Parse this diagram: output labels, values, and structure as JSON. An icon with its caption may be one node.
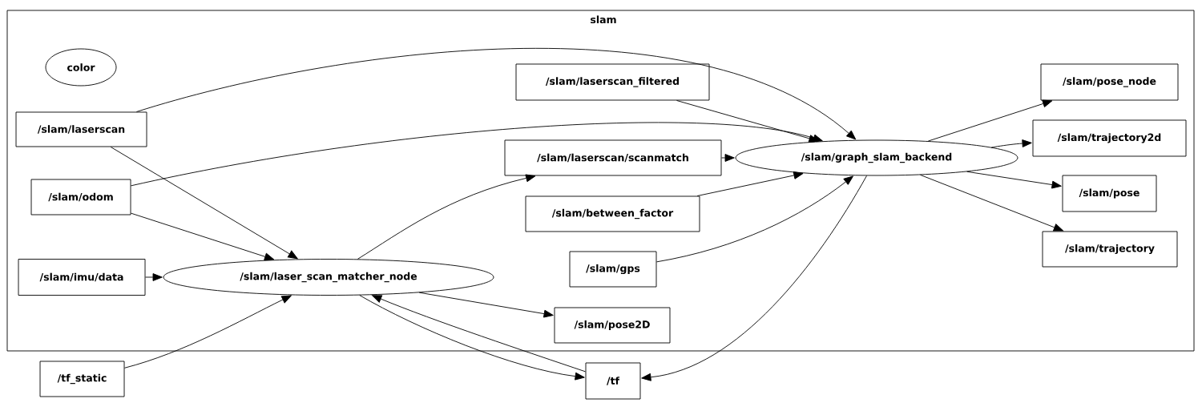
{
  "diagram": {
    "nodes": [
      {
        "text": [
          "slam"
        ]
      },
      {
        "text": [
          "color"
        ],
        "in": 0
      },
      {
        "text": [
          "/slam/laserscan"
        ],
        "in": 0
      },
      {
        "text": [
          "/slam/odom"
        ],
        "in": 0
      },
      {
        "text": [
          "/slam/imu/data"
        ],
        "in": 0
      },
      {
        "text": [
          "/slam/laser_scan_matcher_node"
        ],
        "in": 0
      },
      {
        "text": [
          "/slam/laserscan_filtered"
        ],
        "in": 0
      },
      {
        "text": [
          "/slam/laserscan/scanmatch"
        ],
        "in": 0
      },
      {
        "text": [
          "/slam/between_factor"
        ],
        "in": 0
      },
      {
        "text": [
          "/slam/gps"
        ],
        "in": 0
      },
      {
        "text": [
          "/slam/pose2D"
        ],
        "in": 0
      },
      {
        "text": [
          "/slam/graph_slam_backend"
        ],
        "in": 0
      },
      {
        "text": [
          "/slam/pose_node"
        ],
        "in": 0
      },
      {
        "text": [
          "/slam/trajectory2d"
        ],
        "in": 0
      },
      {
        "text": [
          "/slam/pose"
        ],
        "in": 0
      },
      {
        "text": [
          "/slam/trajectory"
        ],
        "in": 0
      },
      {
        "text": [
          "/tf_static"
        ]
      },
      {
        "text": [
          "/tf"
        ]
      }
    ],
    "edges": [
      {
        "from": 2,
        "to": 11,
        "arrow": "to"
      },
      {
        "from": 2,
        "to": 5,
        "arrow": "to"
      },
      {
        "from": 3,
        "to": 11,
        "arrow": "to"
      },
      {
        "from": 3,
        "to": 5,
        "arrow": "to"
      },
      {
        "from": 4,
        "to": 5,
        "arrow": "to"
      },
      {
        "from": 16,
        "to": 5,
        "arrow": "to"
      },
      {
        "from": 5,
        "to": 7,
        "arrow": "to"
      },
      {
        "from": 5,
        "to": 10,
        "arrow": "to"
      },
      {
        "from": 5,
        "to": 17,
        "arrow": "to"
      },
      {
        "from": 17,
        "to": 5,
        "arrow": "to"
      },
      {
        "from": 6,
        "to": 11,
        "arrow": "to"
      },
      {
        "from": 7,
        "to": 11,
        "arrow": "to"
      },
      {
        "from": 8,
        "to": 11,
        "arrow": "to"
      },
      {
        "from": 9,
        "to": 11,
        "arrow": "to"
      },
      {
        "from": 11,
        "to": 17,
        "arrow": "to"
      },
      {
        "from": 11,
        "to": 12,
        "arrow": "to"
      },
      {
        "from": 11,
        "to": 13,
        "arrow": "to"
      },
      {
        "from": 11,
        "to": 14,
        "arrow": "to"
      },
      {
        "from": 11,
        "to": 15,
        "arrow": "to"
      }
    ]
  }
}
